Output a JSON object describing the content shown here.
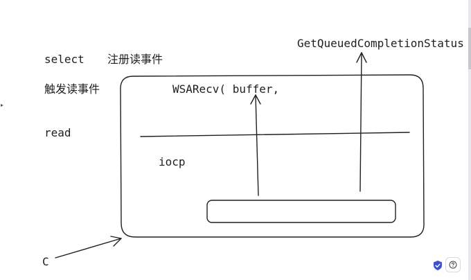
{
  "labels": {
    "select": "select",
    "register_read_event": "注册读事件",
    "trigger_read_event": "触发读事件",
    "read": "read",
    "wsarecv": "WSARecv( buffer,",
    "get_queued": "GetQueuedCompletionStatus",
    "iocp": "iocp",
    "c": "C"
  },
  "icons": {
    "shield": "shield-icon",
    "help": "help-icon"
  },
  "colors": {
    "stroke": "#1e1e1e",
    "background": "#ffffff",
    "shield": "#3b4fd8"
  }
}
